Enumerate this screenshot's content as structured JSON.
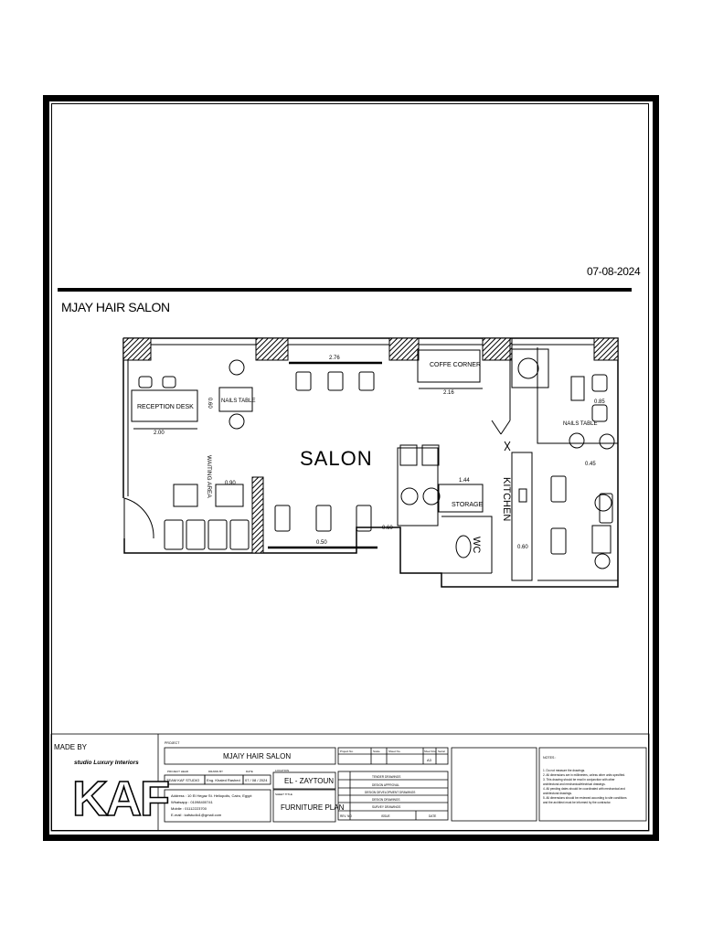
{
  "header": {
    "date": "07-08-2024",
    "project_title": "MJAY HAIR SALON"
  },
  "plan_labels": {
    "salon": "SALON",
    "reception": "RECEPTION DESK",
    "nails_left": "NAILS TABLE",
    "nails_right": "NAILS TABLE",
    "waiting": "WAITING AREA",
    "coffee": "COFFE CORNER",
    "storage": "STORAGE",
    "kitchen": "KITCHEN",
    "wc": "WC",
    "dim_reception": "2.00",
    "dim_nails": "0.60",
    "dim_top": "2.76",
    "dim_coffee": "2.16",
    "dim_waiting": "0.90",
    "dim_storage": "1.44",
    "dim_door": "0.60",
    "dim_bottom": "0.50",
    "dim_kitchen": "0.60",
    "dim_right1": "0.85",
    "dim_right2": "0.45"
  },
  "title_block": {
    "made_by": "MADE BY",
    "logo_top": "studio Luxury Interiors",
    "logo_main": "KAF",
    "project_label": "PROJECT",
    "project_name": "MJAIY HAIR SALON",
    "project_head": "PROJECT HEAD",
    "drawn_by": "DRAWN BY",
    "date_label": "DATE",
    "location_label": "LOCATION",
    "studio": "TEAM KAF STUDIO",
    "engineer": "Eng. Khaled Rashed",
    "drawn_date": "07 / 08 / 2024",
    "location": "EL - ZAYTOUN",
    "address": "Address : 10 El Hegaz St. Heliopolis, Cairo, Egypt",
    "whatsapp": "Whatsapp   : 01098400741",
    "mobile": "Mobile     : 01112223700",
    "email": "E-mail : kafstudio1@gmail.com",
    "sheet_title_label": "SHEET TITLE",
    "sheet_title": "FURNITURE PLAN",
    "project_no": "Project No.",
    "scale": "Scale",
    "sheet_no": "Sheet No.",
    "sheet_size": "Sheet Size",
    "serial": "Serial",
    "sheet_size_val": "A3",
    "rev_no": "REV. NO",
    "issue": "ISSUE",
    "date_col": "DATE",
    "revisions": [
      "TENDER DRAWINGS",
      "DESIGN APPROVAL",
      "DESIGN DEVELOPMENT DRAWINGS",
      "DESIGN DRAWINGS",
      "SURVEY DRAWINGS"
    ],
    "notes_title": "NOTES :",
    "notes": [
      "1. Do not measure the drawings.",
      "2. All dimensions are in millimeters, unless other units specified.",
      "3. This drawing should be read in conjunction with other",
      "    architectural and mechanical/electrical drawings.",
      "4. All pending dates should be coordinated with mechanical and",
      "    architectural drawings.",
      "5. All dimensions should be reviewed according to site conditions",
      "    and the architect must be informed by the contractor."
    ]
  }
}
